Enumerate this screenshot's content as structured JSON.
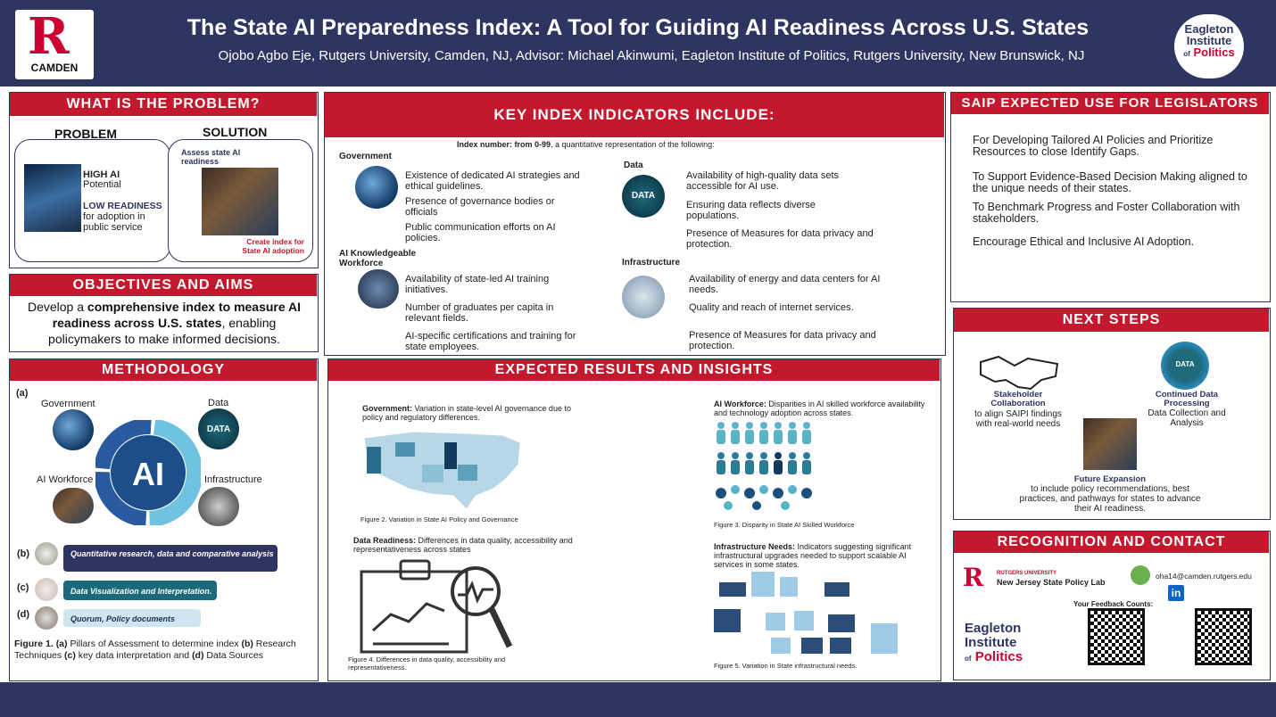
{
  "header": {
    "title": "The State AI Preparedness Index: A Tool for Guiding AI Readiness Across U.S. States",
    "authors": "Ojobo Agbo Eje, Rutgers University, Camden, NJ, Advisor: Michael Akinwumi, Eagleton Institute of Politics, Rutgers University, New Brunswick, NJ",
    "logo_left_letter": "R",
    "logo_left_text": "CAMDEN",
    "logo_right_line1": "Eagleton",
    "logo_right_line2": "Institute",
    "logo_right_line3": "Politics",
    "logo_right_of": "of"
  },
  "problem": {
    "heading": "WHAT IS THE PROBLEM?",
    "problem_label": "PROBLEM",
    "solution_label": "SOLUTION",
    "high_ai": "HIGH AI",
    "potential": "Potential",
    "low_readiness": "LOW READINESS",
    "adoption": "for adoption in public service",
    "assess": "Assess state AI readiness",
    "create": "Create index for State AI adoption"
  },
  "objectives": {
    "heading": "OBJECTIVES AND AIMS",
    "pre": "Develop a ",
    "bold": "comprehensive index to measure AI readiness across U.S. states",
    "post": ", enabling policymakers to make informed decisions."
  },
  "methodology": {
    "heading": "METHODOLOGY",
    "a": "(a)",
    "government": "Government",
    "data": "Data",
    "data_icon": "DATA",
    "ai": "AI",
    "workforce": "AI Workforce",
    "infrastructure": "Infrastructure",
    "b": "(b)",
    "b_text": "Quantitative research, data and comparative analysis",
    "c": "(c)",
    "c_text": "Data Visualization and Interpretation.",
    "d": "(d)",
    "d_text": "Quorum, Policy documents",
    "fig_pre": "Figure 1. ",
    "fig_a": "(a)",
    "fig_a_t": " Pillars of Assessment  to determine index ",
    "fig_b": "(b)",
    "fig_b_t": " Research Techniques ",
    "fig_c": "(c)",
    "fig_c_t": " key data interpretation and ",
    "fig_d": "(d)",
    "fig_d_t": " Data Sources"
  },
  "indicators": {
    "heading": "KEY INDEX INDICATORS INCLUDE:",
    "index_bold": "Index number: from 0-99",
    "index_rest": ", a quantitative representation of the following:",
    "gov_title": "Government",
    "gov_items": [
      "Existence of dedicated AI strategies and ethical guidelines.",
      "Presence of governance bodies or officials",
      "Public communication efforts on AI policies."
    ],
    "wf_title": "AI Knowledgeable Workforce",
    "wf_items": [
      "Availability of state-led AI training initiatives.",
      "Number of graduates per capita in relevant fields.",
      "AI-specific certifications and training for state employees."
    ],
    "data_title": "Data",
    "data_icon": "DATA",
    "data_items": [
      "Availability of high-quality data sets accessible for AI use.",
      "Ensuring data reflects diverse populations.",
      "Presence of Measures for data privacy and protection."
    ],
    "infra_title": "Infrastructure",
    "infra_items": [
      "Availability of energy and data centers for AI needs.",
      "Quality and reach of internet services.",
      "Presence of Measures for data privacy and protection."
    ]
  },
  "results": {
    "heading": "EXPECTED RESULTS AND INSIGHTS",
    "gov_bold": "Government:",
    "gov_text": " Variation in state-level AI governance due to policy and regulatory differences.",
    "fig2": "Figure 2. Variation in State AI Policy and Governance",
    "dr_bold": "Data Readiness:",
    "dr_text": " Differences in data quality, accessibility and representativeness across states",
    "fig4": "Figure 4. Differences in data quality, accessibility and representativeness.",
    "wf_bold": "AI Workforce:",
    "wf_text": "  Disparities in AI skilled workforce availability and technology adoption across states.",
    "fig3": "Figure 3. Disparity in State AI Skilled Workforce",
    "in_bold": "Infrastructure Needs:",
    "in_text": " Indicators suggesting significant infrastructural upgrades needed to support scalable AI services in some states.",
    "fig5": "Figure 5. Variation in State infrastructural needs."
  },
  "legislators": {
    "heading": "SAIP EXPECTED USE FOR LEGISLATORS",
    "items": [
      "For Developing Tailored AI Policies and  Prioritize Resources to close Identify Gaps.",
      "To Support Evidence-Based Decision Making aligned to the unique needs of their states.",
      "To Benchmark Progress and Foster Collaboration with stakeholders.",
      "Encourage Ethical and Inclusive AI Adoption."
    ]
  },
  "next": {
    "heading": "NEXT STEPS",
    "sc_bold": "Stakeholder Collaboration",
    "sc_text": "to align SAIPI findings with real-world needs",
    "cd_bold": "Continued Data Processing",
    "cd_text": "Data Collection and Analysis",
    "cd_icon": "DATA",
    "fe_bold": "Future Expansion",
    "fe_text": "to include policy recommendations, best practices, and pathways for states to advance their AI readiness."
  },
  "contact": {
    "heading": "RECOGNITION AND CONTACT",
    "rutgers": "RUTGERS UNIVERSITY",
    "lab": "New Jersey State Policy Lab",
    "email": "oha14@camden.rutgers.edu",
    "feedback": "Your Feedback Counts:",
    "li": "in"
  },
  "colors": {
    "navy": "#2e3561",
    "red": "#c4182e",
    "rutgers_red": "#cc0033"
  }
}
